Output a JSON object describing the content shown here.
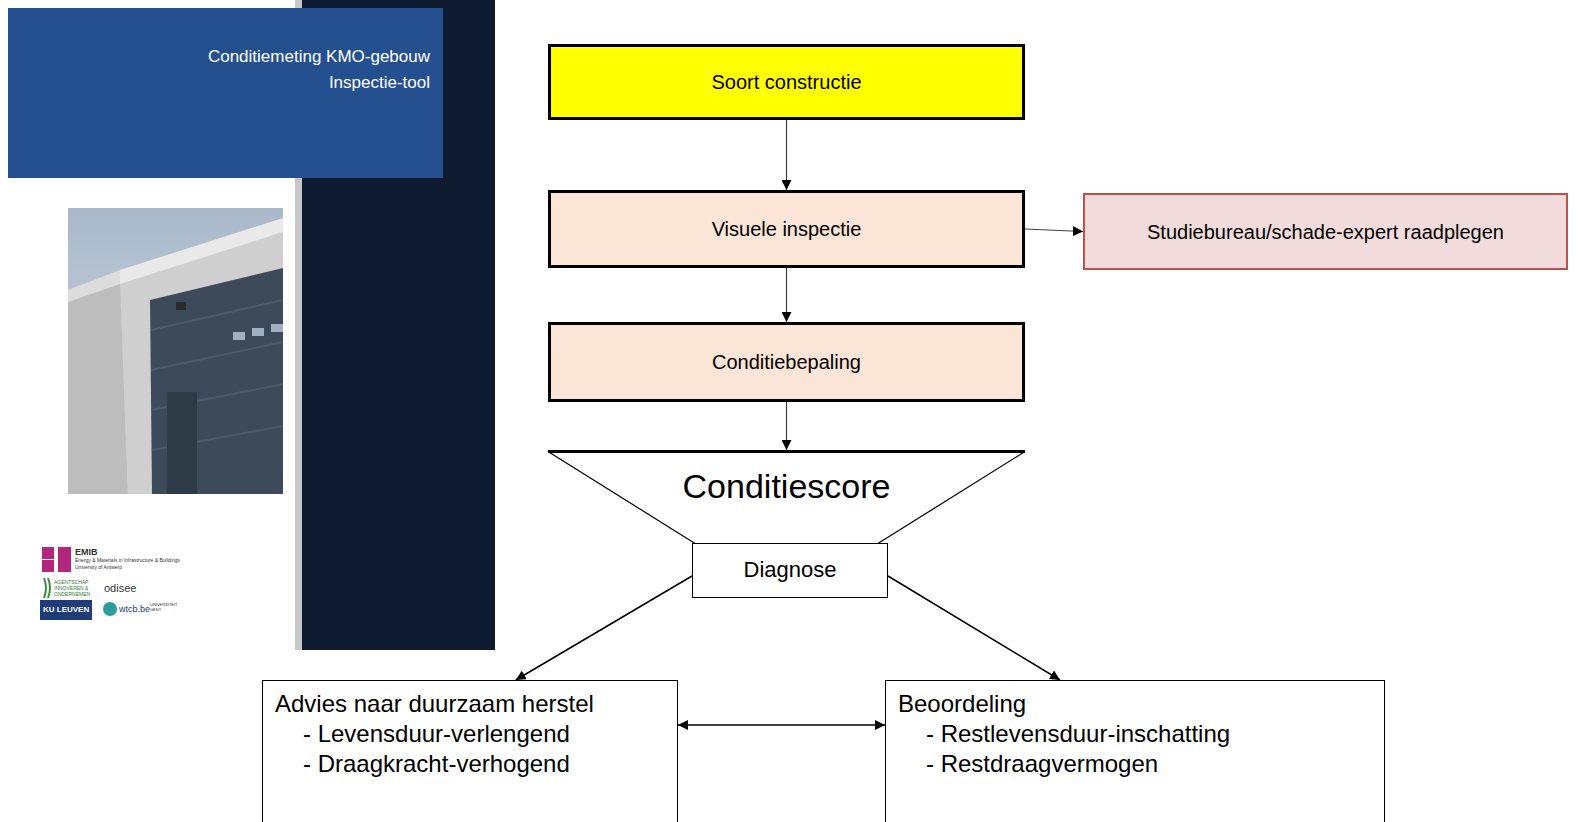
{
  "diagram": {
    "title": "Conditiemeting KMO-gebouw Inspectie-tool",
    "nodes": [
      {
        "text": [
          "Soort constructie"
        ]
      },
      {
        "text": [
          "Visuele inspectie"
        ]
      },
      {
        "text": [
          "Studiebureau/schade-expert raadplegen"
        ]
      },
      {
        "text": [
          "Conditiebepaling"
        ]
      },
      {
        "text": [
          "Conditiescore"
        ]
      },
      {
        "text": [
          "Diagnose"
        ]
      },
      {
        "text": [
          "Advies naar duurzaam herstel",
          "- Levensduur-verlengend",
          "- Draagkracht-verhogend"
        ]
      },
      {
        "text": [
          "Beoordeling",
          "- Restlevensduur-inschatting",
          "- Restdraagvermogen"
        ]
      }
    ],
    "edges": [
      {
        "from": 0,
        "to": 1,
        "arrow": "to"
      },
      {
        "from": 1,
        "to": 2,
        "arrow": "to"
      },
      {
        "from": 1,
        "to": 3,
        "arrow": "to"
      },
      {
        "from": 3,
        "to": 4,
        "arrow": "to"
      },
      {
        "from": 5,
        "to": 6,
        "arrow": "to"
      },
      {
        "from": 5,
        "to": 7,
        "arrow": "to"
      },
      {
        "from": 6,
        "to": 7,
        "arrow": "both"
      }
    ],
    "labels": [
      "EMIB",
      "Energy & Materials in Infrastructure & Buildings",
      "University of Antwerp",
      "AGENTSCHAP INNOVEREN & ONDERNEMEN",
      "odisee",
      "KU LEUVEN",
      "wtcb.be",
      "UNIVERSITEIT GENT"
    ]
  }
}
